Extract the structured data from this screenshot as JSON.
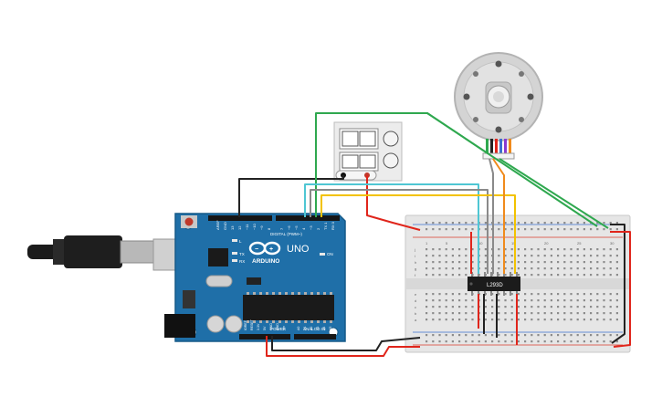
{
  "arduino": {
    "brand": "ARDUINO",
    "model": "UNO",
    "digital_header": "DIGITAL (PWM~)",
    "power_header": "POWER",
    "analog_header": "ANALOG IN",
    "tx_label": "TX",
    "rx_label": "RX",
    "l_label": "L",
    "on_label": "ON",
    "aref_label": "AREF",
    "gnd_label": "GND",
    "digital_pins": [
      "13",
      "12",
      "~11",
      "~10",
      "~9",
      "8",
      "7",
      "~6",
      "~5",
      "4",
      "~3",
      "2",
      "TX 1",
      "RX 0"
    ],
    "power_pins": [
      "IOREF",
      "RESET",
      "3.3V",
      "5V",
      "GND",
      "GND",
      "Vin"
    ],
    "analog_pins": [
      "A0",
      "A1",
      "A2",
      "A3",
      "A4",
      "A5"
    ]
  },
  "chip": {
    "label": "L293D"
  },
  "breadboard": {
    "col_numbers_top": [
      "1",
      "5",
      "10",
      "15",
      "20",
      "25",
      "30"
    ],
    "row_letters_top": [
      "j",
      "i",
      "h",
      "g",
      "f"
    ],
    "row_letters_bottom": [
      "e",
      "d",
      "c",
      "b",
      "a"
    ]
  },
  "colors": {
    "board": "#1f6fa8",
    "breadboard": "#e6e6e6",
    "wire_red": "#e0251b",
    "wire_black": "#222222",
    "wire_green": "#2fa84f",
    "wire_teal": "#4fc6d3",
    "wire_yellow": "#f2c200",
    "wire_orange": "#f08a1c",
    "wire_gray": "#8a8a8a"
  }
}
